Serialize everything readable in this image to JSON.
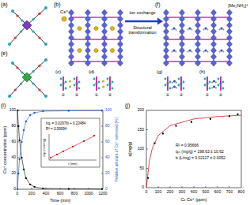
{
  "diagram": {
    "labels": [
      "(a)",
      "(b)",
      "Cs⁺",
      "Ion exchange",
      "Structural transformation",
      "(f)",
      "[Me₂NH₂]⁺",
      "(c)",
      "(d)",
      "(e)",
      "(g)",
      "(h)",
      "①",
      "②",
      "①",
      "②",
      "①",
      "②",
      "①",
      "②",
      "(i)",
      "(j)",
      "0",
      "20",
      "40",
      "60",
      "80",
      "100",
      "0",
      "20",
      "40",
      "60",
      "80",
      "100",
      "0",
      "200",
      "400",
      "600",
      "800",
      "1000",
      "1200",
      "Time (min)",
      "Cs⁺ concentration (ppm)",
      "Relative amount of Cs⁺ removed (%)",
      "t/qₜ = 0.02976t + 0.23484",
      "R² = 0.99994",
      "t/qₜ (min/mg)",
      "t (min)",
      "R² = 0.95666",
      "qₘ (mg/g) = 198.63 ± 10.62",
      "b (L/mg) = 0.02117 ± 0.0052",
      "0",
      "50",
      "100",
      "150",
      "200",
      "0",
      "100",
      "200",
      "300",
      "400",
      "500",
      "600",
      "700",
      "800",
      "q(mg/g)",
      "Cₑ Cs⁺ (ppm)"
    ]
  }
}
